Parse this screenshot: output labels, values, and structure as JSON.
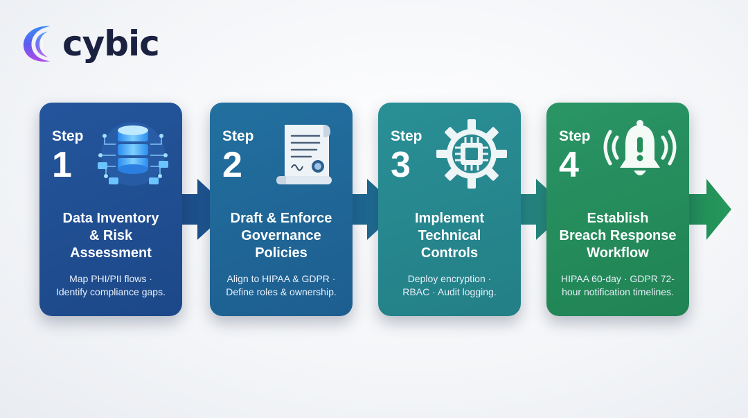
{
  "brand": {
    "name": "cybic"
  },
  "steps": [
    {
      "label": "Step",
      "number": "1",
      "title_lines": [
        "Data Inventory",
        "& Risk",
        "Assessment"
      ],
      "description_lines": [
        "Map PHI/PII flows ·",
        "Identify compliance gaps."
      ],
      "icon": "database-network-icon",
      "color": "#1f4e92"
    },
    {
      "label": "Step",
      "number": "2",
      "title_lines": [
        "Draft & Enforce",
        "Governance",
        "Policies"
      ],
      "description_lines": [
        "Align to HIPAA & GDPR ·",
        "Define roles & ownership."
      ],
      "icon": "policy-document-icon",
      "color": "#1f6697"
    },
    {
      "label": "Step",
      "number": "3",
      "title_lines": [
        "Implement",
        "Technical",
        "Controls"
      ],
      "description_lines": [
        "Deploy encryption ·",
        "RBAC · Audit logging."
      ],
      "icon": "gear-chip-icon",
      "color": "#24858b"
    },
    {
      "label": "Step",
      "number": "4",
      "title_lines": [
        "Establish",
        "Breach Response",
        "Workflow"
      ],
      "description_lines": [
        "HIPAA 60-day · GDPR 72-",
        "hour notification timelines."
      ],
      "icon": "alarm-bell-icon",
      "color": "#22895a"
    }
  ]
}
